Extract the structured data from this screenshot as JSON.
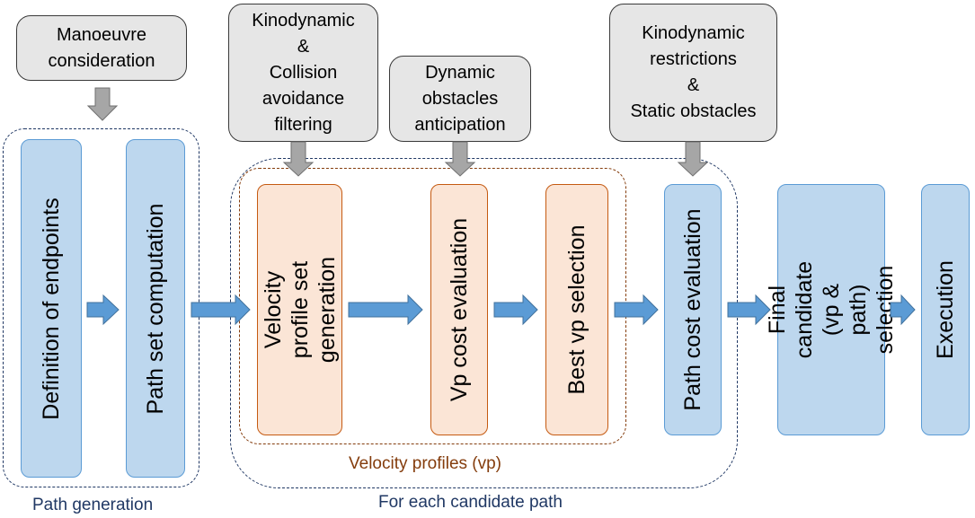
{
  "inputs": {
    "manoeuvre": "Manoeuvre\nconsideration",
    "kinodynamic_collision": "Kinodynamic\n&\nCollision\navoidance\nfiltering",
    "dynamic_obstacles": "Dynamic\nobstacles\nanticipation",
    "kinodynamic_static": "Kinodynamic\nrestrictions\n&\nStatic obstacles"
  },
  "steps": {
    "definition_endpoints": "Definition of endpoints",
    "path_set_computation": "Path set computation",
    "velocity_profile_set": "Velocity profile set\ngeneration",
    "vp_cost_evaluation": "Vp cost evaluation",
    "best_vp_selection": "Best vp selection",
    "path_cost_evaluation": "Path cost evaluation",
    "final_candidate": "Final candidate\n(vp & path)\nselection",
    "execution": "Execution"
  },
  "groups": {
    "path_generation": "Path generation",
    "for_each_candidate_path": "For each candidate path",
    "velocity_profiles": "Velocity profiles (vp)"
  },
  "colors": {
    "grey_fill": "#e6e6e6",
    "blue_fill": "#bdd7ee",
    "blue_border": "#5b9bd5",
    "orange_fill": "#fbe5d6",
    "orange_border": "#c55a11",
    "flow_arrow": "#5b9bd5",
    "input_arrow": "#a6a6a6",
    "group_border": "#203864"
  }
}
